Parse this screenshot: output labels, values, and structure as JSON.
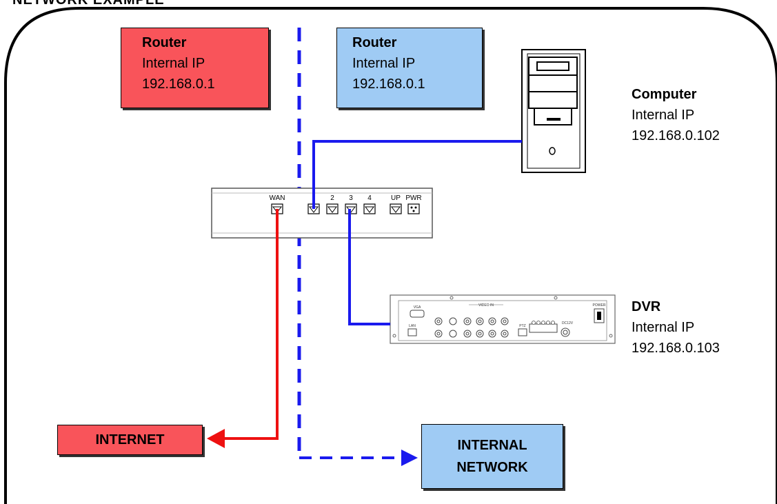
{
  "page_title": "NETWORK EXAMPLE",
  "router_wan": {
    "title": "Router",
    "line1": "Internal IP",
    "line2": "192.168.0.1"
  },
  "router_lan": {
    "title": "Router",
    "line1": "Internal IP",
    "line2": "192.168.0.1"
  },
  "computer": {
    "title": "Computer",
    "line1": "Internal IP",
    "line2": "192.168.0.102"
  },
  "dvr": {
    "title": "DVR",
    "line1": "Internal IP",
    "line2": "192.168.0.103"
  },
  "internet": {
    "label": "INTERNET"
  },
  "internal_network": {
    "line1": "INTERNAL",
    "line2": "NETWORK"
  },
  "router_ports": [
    "WAN",
    "2",
    "3",
    "4",
    "UP",
    "PWR"
  ],
  "dvr_panel": {
    "vga": "VGA",
    "lan": "LAN",
    "video_in": "VIDEO IN",
    "ptz": "PTZ",
    "power_in": "DC12V",
    "power": "POWER"
  },
  "colors": {
    "red": "#f9545a",
    "blue": "#9fcbf4",
    "wan_line": "#ee1111",
    "lan_line": "#1a1aee"
  }
}
